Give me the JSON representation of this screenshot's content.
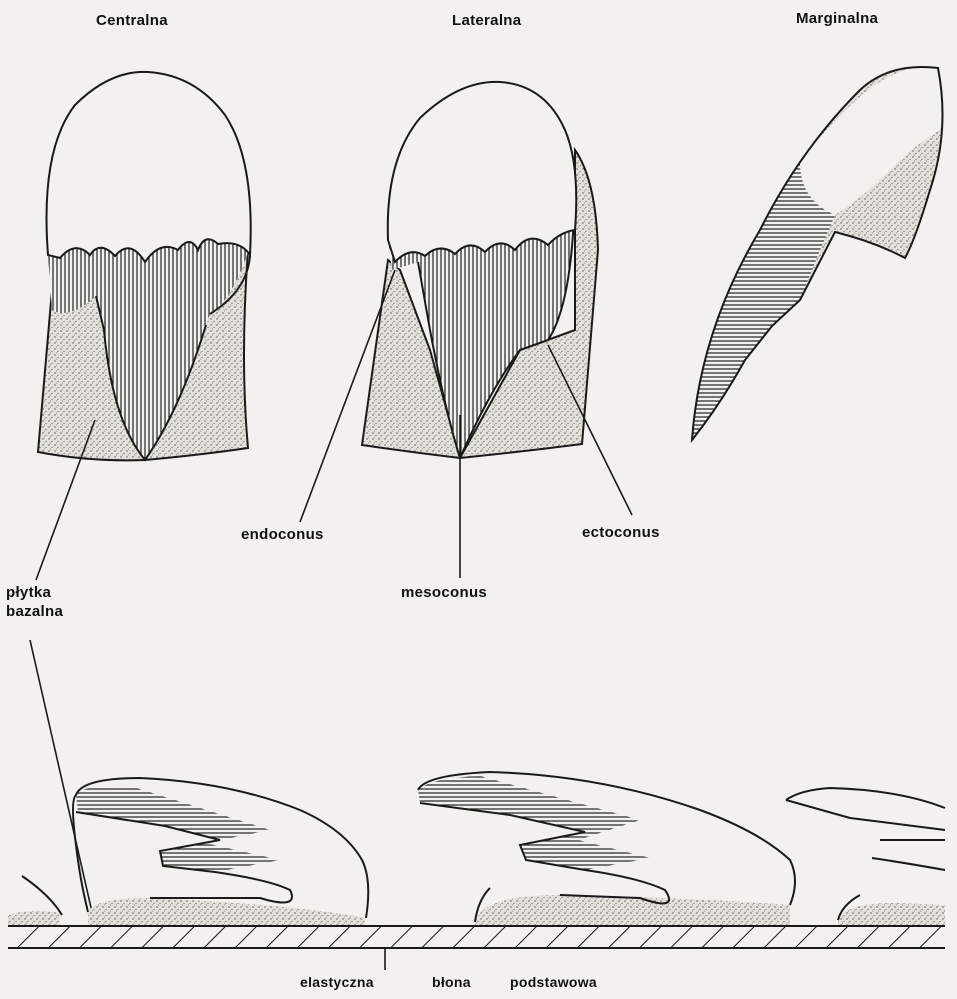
{
  "titles": {
    "central": "Centralna",
    "lateral": "Lateralna",
    "marginal": "Marginalna"
  },
  "labels": {
    "endoconus": "endoconus",
    "ectoconus": "ectoconus",
    "mesoconus": "mesoconus",
    "plytka_line1": "płytka",
    "plytka_line2": "bazalna",
    "membrane": [
      "elastyczna",
      "błona",
      "podstawowa"
    ]
  },
  "colors": {
    "ink": "#1a1a1a",
    "paper": "#f2f1ee",
    "stipple": "#d9d6cf"
  }
}
